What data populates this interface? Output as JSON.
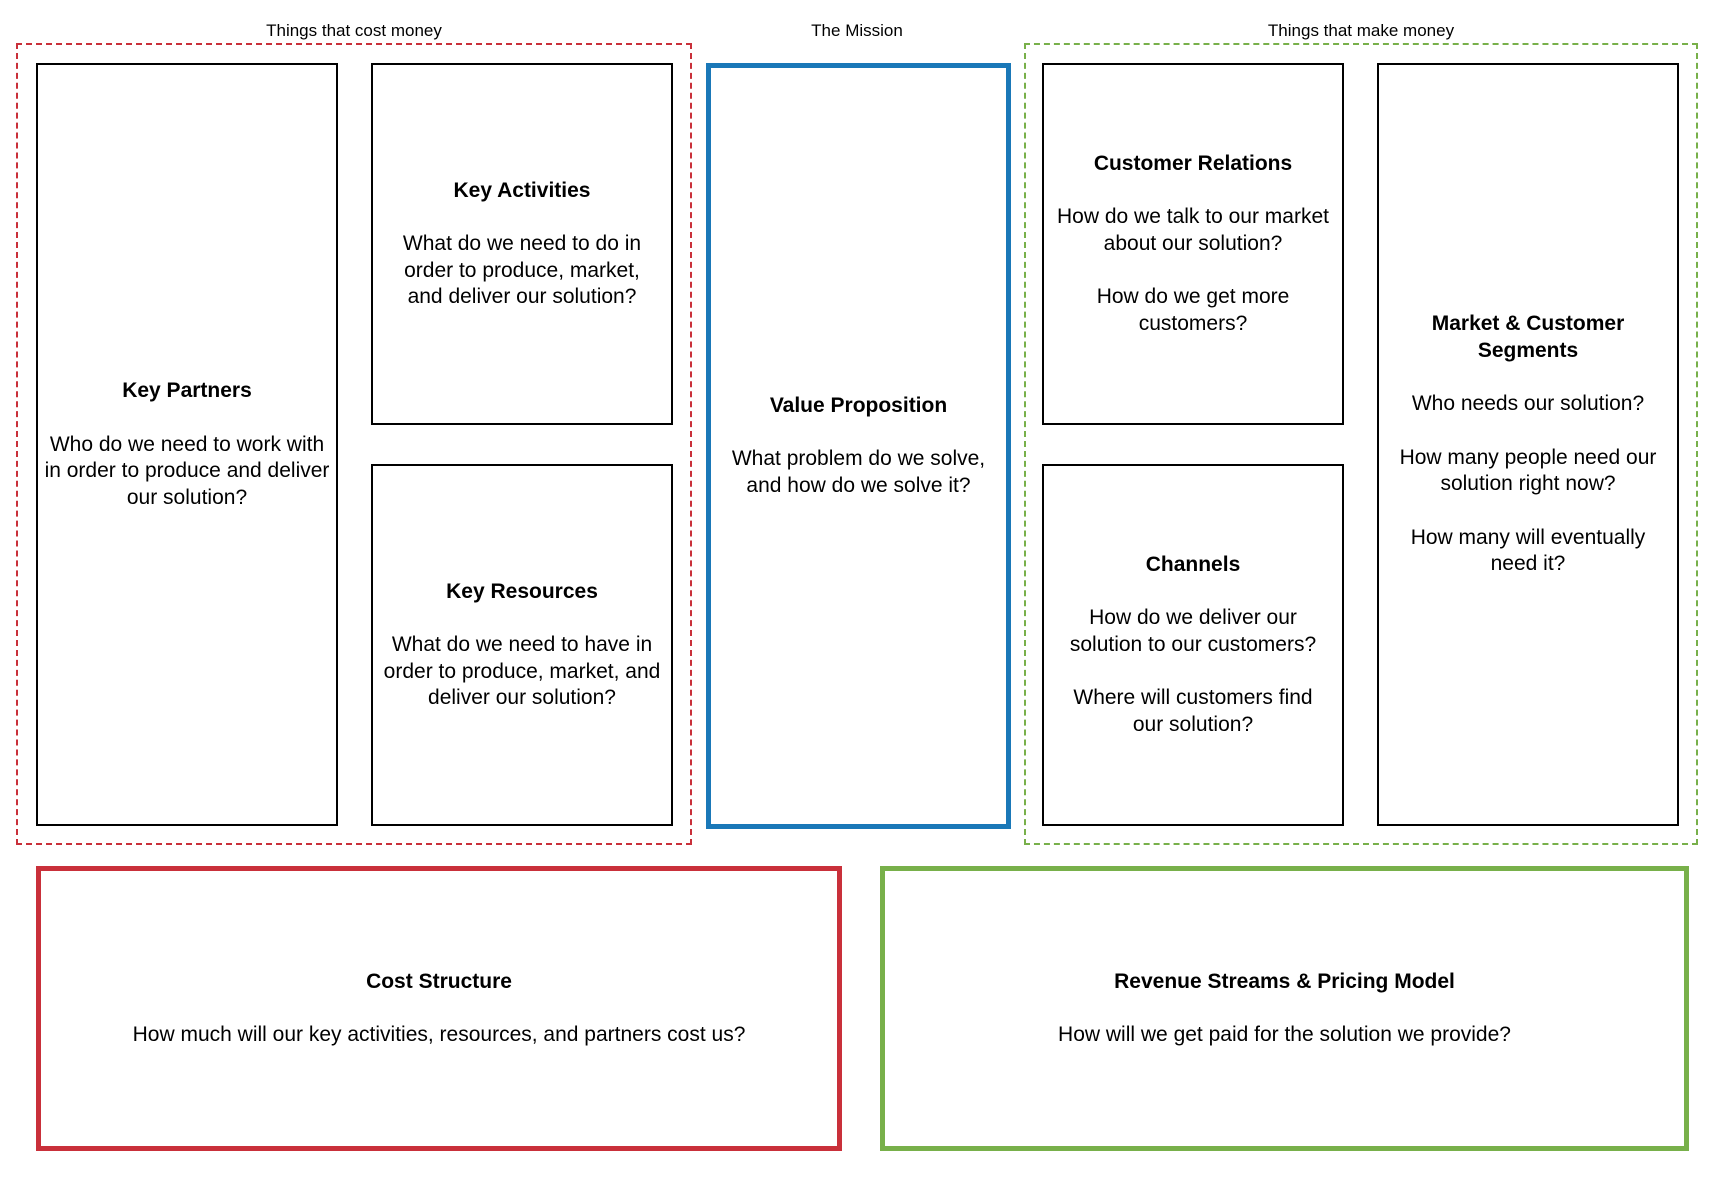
{
  "colors": {
    "cost": "#c9303a",
    "mission": "#1a78b8",
    "money": "#78b04a"
  },
  "groups": {
    "cost_label": "Things that cost money",
    "mission_label": "The Mission",
    "money_label": "Things that make money"
  },
  "blocks": {
    "key_partners": {
      "title": "Key Partners",
      "lines": [
        "Who do we need to work with in order to produce and deliver our solution?"
      ]
    },
    "key_activities": {
      "title": "Key Activities",
      "lines": [
        "What do we need to do in order to produce, market, and deliver our solution?"
      ]
    },
    "key_resources": {
      "title": "Key Resources",
      "lines": [
        "What do we need to have in order to produce, market, and deliver our solution?"
      ]
    },
    "value_proposition": {
      "title": "Value Proposition",
      "lines": [
        "What problem do we solve, and how do we solve it?"
      ]
    },
    "customer_relations": {
      "title": "Customer Relations",
      "lines": [
        "How do we talk to our market about our solution?",
        "How do we get more customers?"
      ]
    },
    "channels": {
      "title": "Channels",
      "lines": [
        "How do we deliver our solution to our customers?",
        "Where will customers find our solution?"
      ]
    },
    "segments": {
      "title": "Market & Customer Segments",
      "lines": [
        "Who needs our solution?",
        "How many people need our solution right now?",
        "How many will eventually need it?"
      ]
    },
    "cost_structure": {
      "title": "Cost Structure",
      "lines": [
        "How much will our key activities, resources, and partners cost us?"
      ]
    },
    "revenue": {
      "title": "Revenue Streams & Pricing Model",
      "lines": [
        "How will we get paid for the solution we provide?"
      ]
    }
  }
}
